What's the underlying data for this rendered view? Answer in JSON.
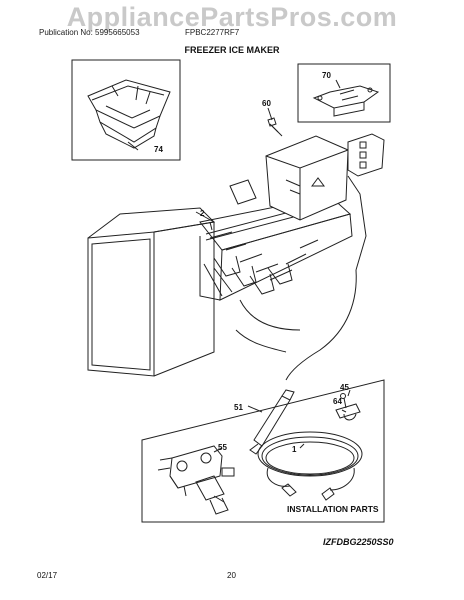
{
  "header": {
    "watermark": "AppliancePartsPros.com",
    "publication": "Publication No: 5995665053",
    "model": "FPBC2277RF7"
  },
  "section_title": "FREEZER ICE MAKER",
  "callouts": {
    "ice_bucket": "74",
    "screw": "60",
    "bracket": "70",
    "ice_maker": "2",
    "screw_small": "45",
    "clamp": "64",
    "fill_tube": "51",
    "water_valve": "55",
    "water_line": "1"
  },
  "kit_label": "INSTALLATION PARTS",
  "diagram_code": "IZFDBG2250SS0",
  "footer": {
    "date": "02/17",
    "page": "20"
  }
}
